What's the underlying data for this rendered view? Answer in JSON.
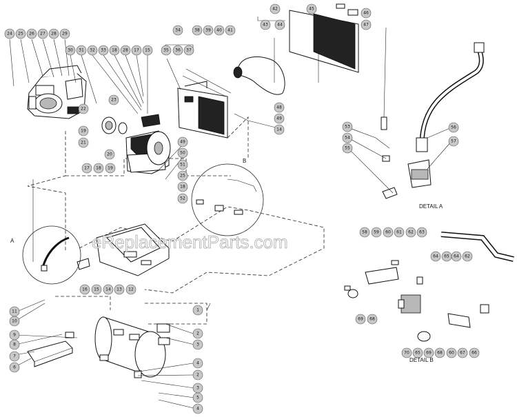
{
  "watermark": "eReplacementParts.com",
  "details": {
    "detail_a": "DETAIL A",
    "detail_b": "DETAIL B",
    "circle_a": "A",
    "circle_b": "B"
  },
  "callouts": [
    {
      "id": "24",
      "label": "24"
    },
    {
      "id": "25",
      "label": "25"
    },
    {
      "id": "26",
      "label": "26"
    },
    {
      "id": "27",
      "label": "27"
    },
    {
      "id": "28",
      "label": "28"
    },
    {
      "id": "29",
      "label": "29"
    },
    {
      "id": "30",
      "label": "30"
    },
    {
      "id": "31",
      "label": "31"
    },
    {
      "id": "32",
      "label": "32"
    },
    {
      "id": "33",
      "label": "33"
    },
    {
      "id": "18a",
      "label": "18"
    },
    {
      "id": "28b",
      "label": "28"
    },
    {
      "id": "17a",
      "label": "17"
    },
    {
      "id": "15a",
      "label": "15"
    },
    {
      "id": "34",
      "label": "34"
    },
    {
      "id": "35",
      "label": "35"
    },
    {
      "id": "36",
      "label": "36"
    },
    {
      "id": "37",
      "label": "37"
    },
    {
      "id": "38",
      "label": "38"
    },
    {
      "id": "39",
      "label": "39"
    },
    {
      "id": "40",
      "label": "40"
    },
    {
      "id": "41",
      "label": "41"
    },
    {
      "id": "42",
      "label": "42"
    },
    {
      "id": "43",
      "label": "43"
    },
    {
      "id": "44",
      "label": "44"
    },
    {
      "id": "45",
      "label": "45"
    },
    {
      "id": "46",
      "label": "46"
    },
    {
      "id": "47",
      "label": "47"
    },
    {
      "id": "22",
      "label": "22"
    },
    {
      "id": "23",
      "label": "23"
    },
    {
      "id": "19a",
      "label": "19"
    },
    {
      "id": "21",
      "label": "21"
    },
    {
      "id": "20",
      "label": "20"
    },
    {
      "id": "49",
      "label": "49"
    },
    {
      "id": "50",
      "label": "50"
    },
    {
      "id": "51",
      "label": "51"
    },
    {
      "id": "25b",
      "label": "25"
    },
    {
      "id": "18b",
      "label": "18"
    },
    {
      "id": "52",
      "label": "52"
    },
    {
      "id": "48",
      "label": "48"
    },
    {
      "id": "49b",
      "label": "49"
    },
    {
      "id": "14",
      "label": "14"
    },
    {
      "id": "17b",
      "label": "17"
    },
    {
      "id": "18c",
      "label": "18"
    },
    {
      "id": "19b",
      "label": "19"
    },
    {
      "id": "53",
      "label": "53"
    },
    {
      "id": "54",
      "label": "54"
    },
    {
      "id": "55",
      "label": "55"
    },
    {
      "id": "56",
      "label": "56"
    },
    {
      "id": "57",
      "label": "57"
    },
    {
      "id": "16",
      "label": "16"
    },
    {
      "id": "15b",
      "label": "15"
    },
    {
      "id": "14b",
      "label": "14"
    },
    {
      "id": "13",
      "label": "13"
    },
    {
      "id": "12",
      "label": "12"
    },
    {
      "id": "1",
      "label": "1"
    },
    {
      "id": "11",
      "label": "11"
    },
    {
      "id": "10",
      "label": "10"
    },
    {
      "id": "9",
      "label": "9"
    },
    {
      "id": "8",
      "label": "8"
    },
    {
      "id": "7",
      "label": "7"
    },
    {
      "id": "6",
      "label": "6"
    },
    {
      "id": "2a",
      "label": "2"
    },
    {
      "id": "3a",
      "label": "3"
    },
    {
      "id": "4a",
      "label": "4"
    },
    {
      "id": "2b",
      "label": "2"
    },
    {
      "id": "3b",
      "label": "3"
    },
    {
      "id": "5",
      "label": "5"
    },
    {
      "id": "4b",
      "label": "4"
    },
    {
      "id": "58",
      "label": "58"
    },
    {
      "id": "59",
      "label": "59"
    },
    {
      "id": "60a",
      "label": "60"
    },
    {
      "id": "61",
      "label": "61"
    },
    {
      "id": "62a",
      "label": "62"
    },
    {
      "id": "63",
      "label": "63"
    },
    {
      "id": "64a",
      "label": "64"
    },
    {
      "id": "65a",
      "label": "65"
    },
    {
      "id": "64b",
      "label": "64"
    },
    {
      "id": "62b",
      "label": "62"
    },
    {
      "id": "69a",
      "label": "69"
    },
    {
      "id": "68a",
      "label": "68"
    },
    {
      "id": "70",
      "label": "70"
    },
    {
      "id": "65b",
      "label": "65"
    },
    {
      "id": "69b",
      "label": "69"
    },
    {
      "id": "68b",
      "label": "68"
    },
    {
      "id": "60b",
      "label": "60"
    },
    {
      "id": "67",
      "label": "67"
    },
    {
      "id": "66",
      "label": "66"
    }
  ]
}
